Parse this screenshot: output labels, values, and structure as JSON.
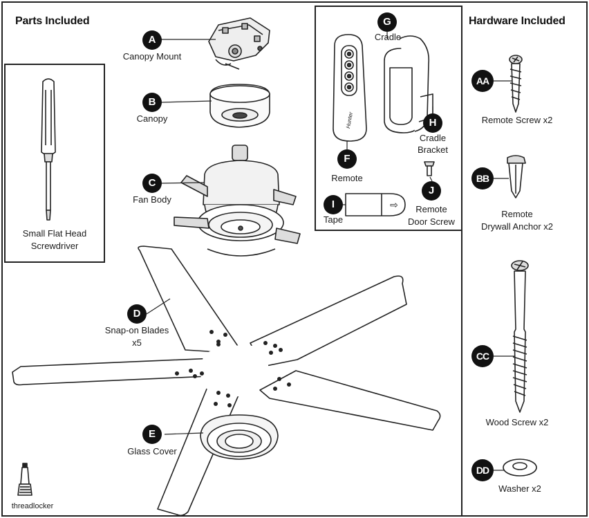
{
  "sections": {
    "parts_title": "Parts Included",
    "hardware_title": "Hardware Included"
  },
  "parts": {
    "A": {
      "letter": "A",
      "label": "Canopy Mount"
    },
    "B": {
      "letter": "B",
      "label": "Canopy"
    },
    "C": {
      "letter": "C",
      "label": "Fan Body"
    },
    "D": {
      "letter": "D",
      "label_line1": "Snap-on Blades",
      "label_line2": "x5"
    },
    "E": {
      "letter": "E",
      "label": "Glass Cover"
    },
    "F": {
      "letter": "F",
      "label": "Remote"
    },
    "G": {
      "letter": "G",
      "label": "Cradle"
    },
    "H": {
      "letter": "H",
      "label_line1": "Cradle",
      "label_line2": "Bracket"
    },
    "I": {
      "letter": "I",
      "label": "Tape"
    },
    "J": {
      "letter": "J",
      "label_line1": "Remote",
      "label_line2": "Door Screw"
    }
  },
  "screwdriver": {
    "label_line1": "Small Flat Head",
    "label_line2": "Screwdriver"
  },
  "threadlocker": {
    "label": "threadlocker"
  },
  "hardware": {
    "AA": {
      "letter": "AA",
      "label": "Remote Screw x2"
    },
    "BB": {
      "letter": "BB",
      "label_line1": "Remote",
      "label_line2": "Drywall Anchor x2"
    },
    "CC": {
      "letter": "CC",
      "label": "Wood Screw x2"
    },
    "DD": {
      "letter": "DD",
      "label": "Washer x2"
    }
  },
  "icons": {
    "tape_arrow": "⇨",
    "remote_brand": "Hunter"
  }
}
